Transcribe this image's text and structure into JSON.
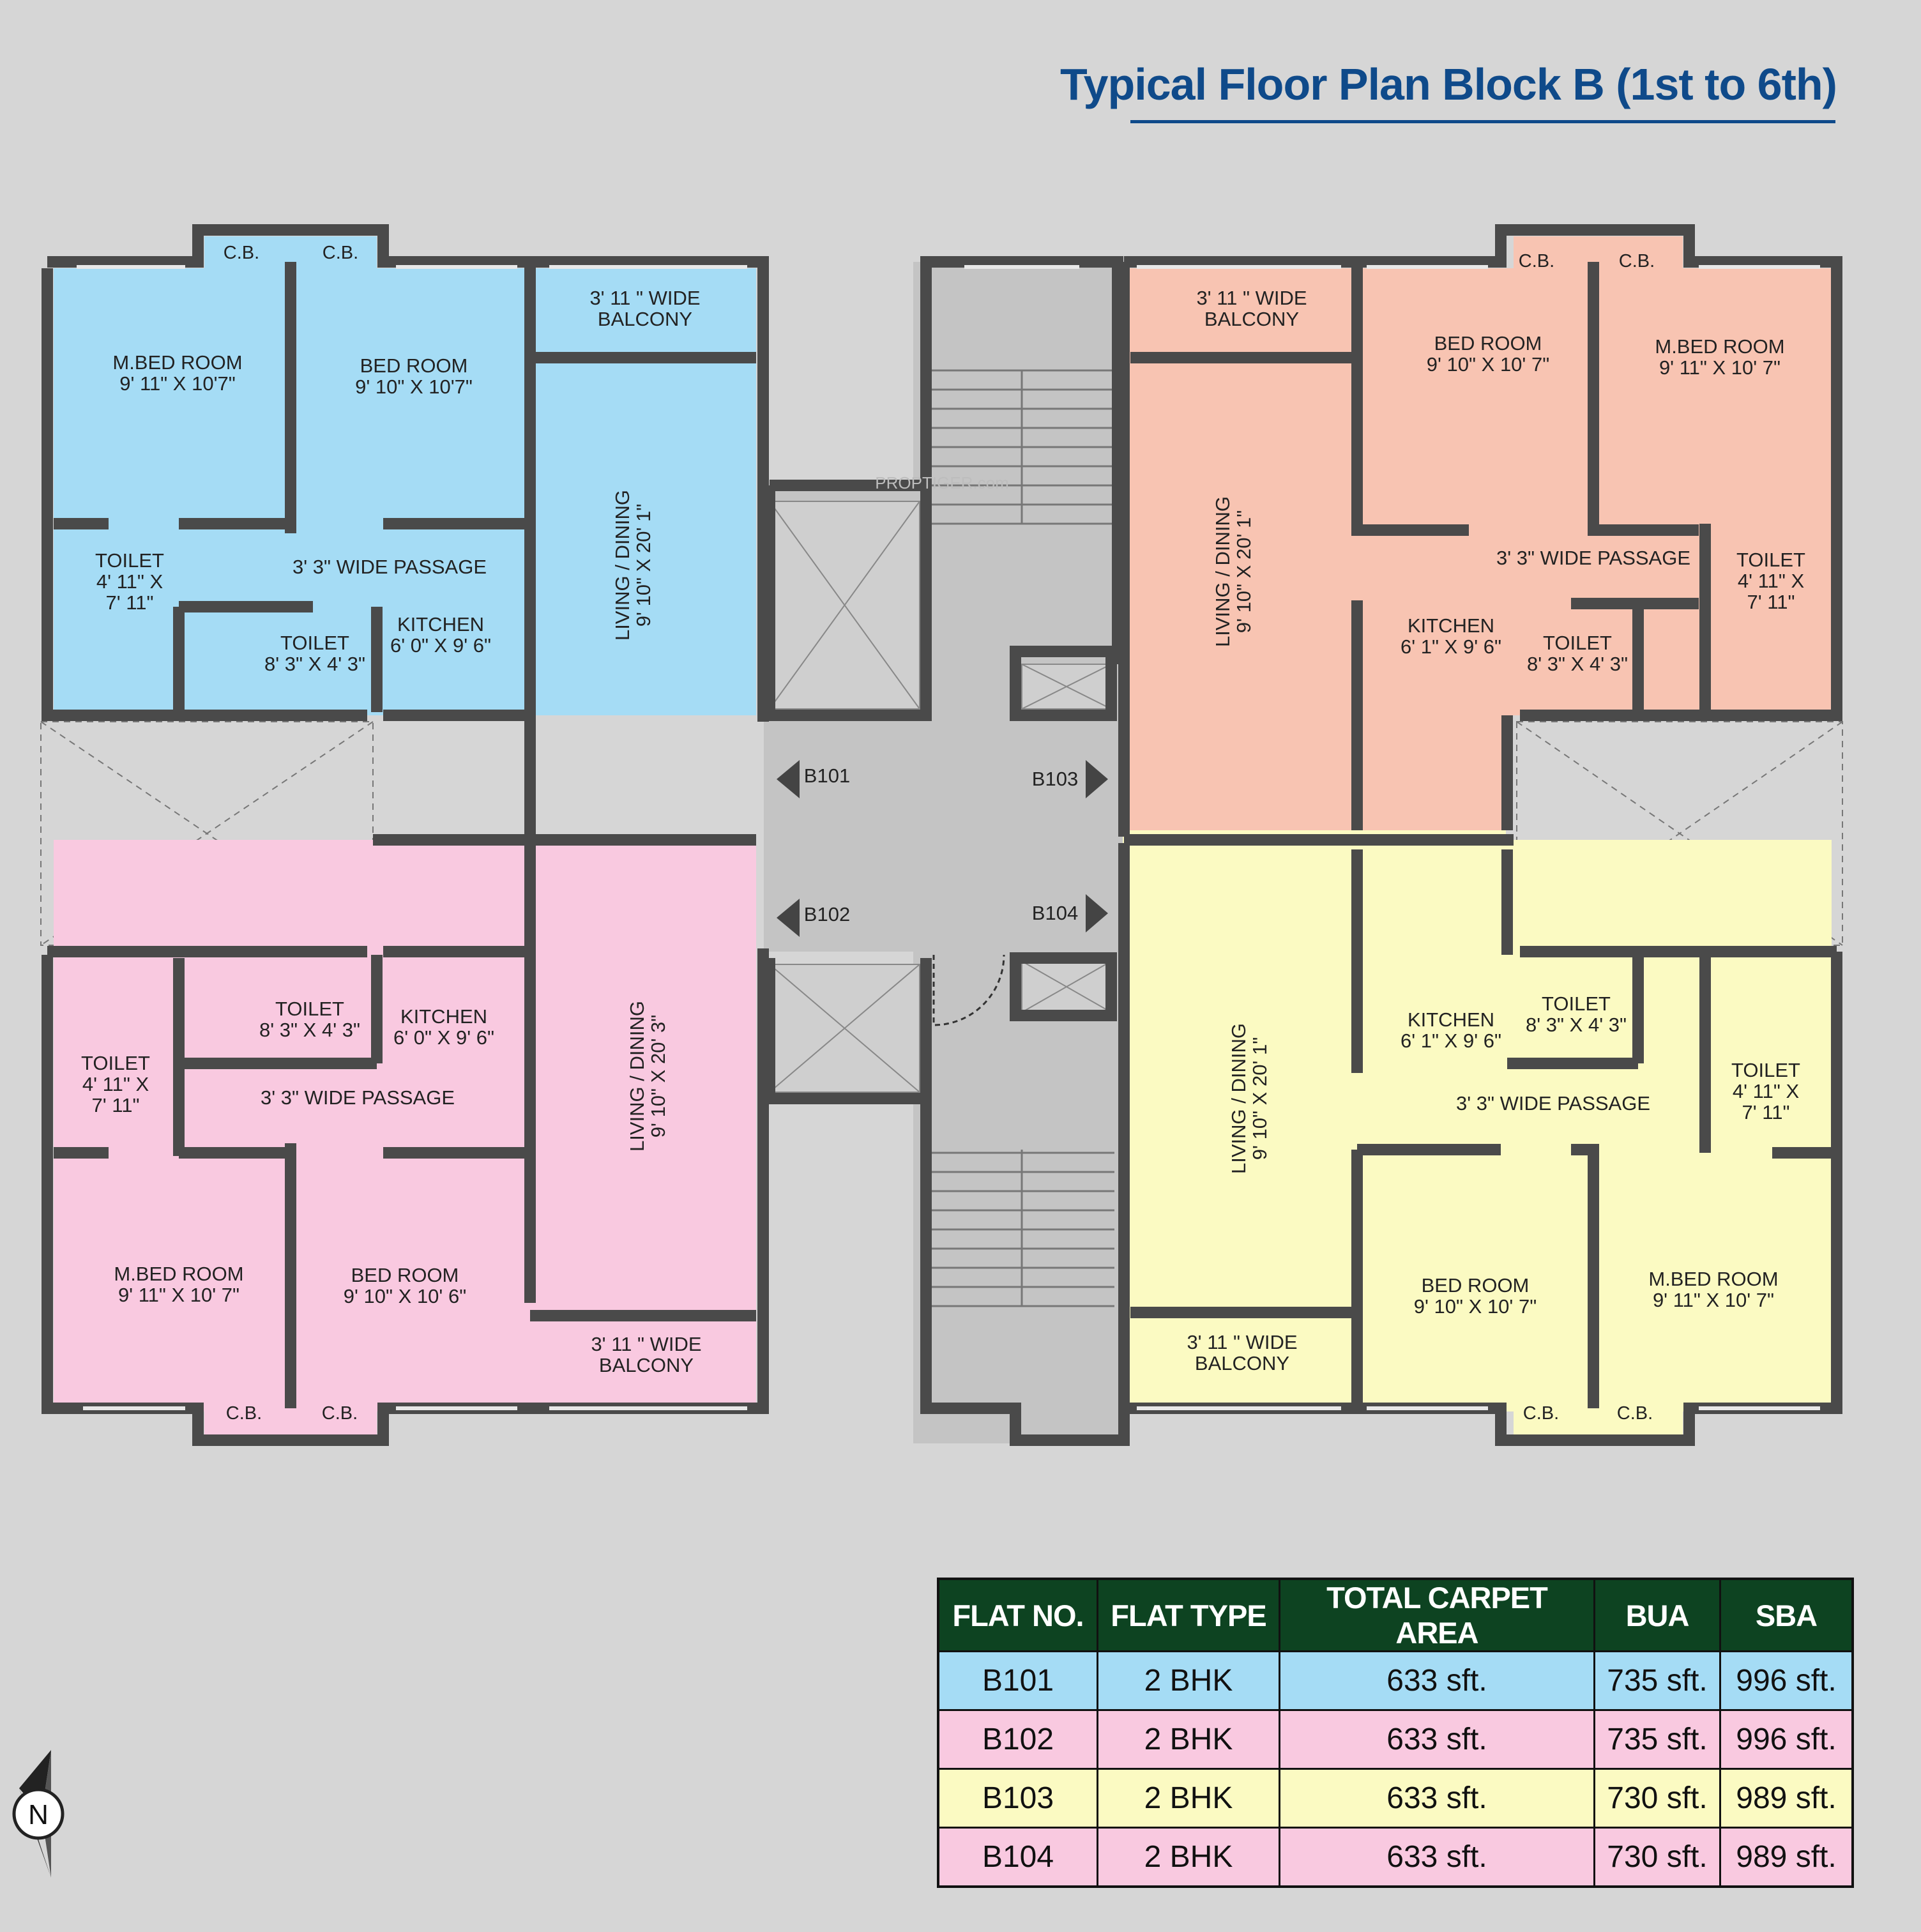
{
  "title": "Typical Floor Plan Block B (1st to 6th)",
  "watermark": "PROPTIGER.com",
  "compass": "N",
  "colors": {
    "b101": "#a5dcf5",
    "b102": "#f9c9e0",
    "b103": "#f8c4b2",
    "b104": "#fbfac2",
    "wall": "#4a4a4a",
    "core": "#c4c4c4",
    "table_header": "#0d4321"
  },
  "flats": {
    "b101": {
      "entry": "B101",
      "cb1": "C.B.",
      "cb2": "C.B.",
      "balcony": [
        "3' 11 \" WIDE",
        "BALCONY"
      ],
      "mbed": [
        "M.BED ROOM",
        "9' 11\" X 10'7\""
      ],
      "bed": [
        "BED ROOM",
        "9' 10\" X 10'7\""
      ],
      "toilet_a": [
        "TOILET",
        "4' 11\" X",
        "7' 11\""
      ],
      "passage": "3' 3\" WIDE PASSAGE",
      "toilet_b": [
        "TOILET",
        "8' 3\" X 4' 3\""
      ],
      "kitchen": [
        "KITCHEN",
        "6' 0\" X 9' 6\""
      ],
      "living": [
        "LIVING / DINING",
        "9' 10\" X 20' 1\""
      ]
    },
    "b102": {
      "entry": "B102",
      "cb1": "C.B.",
      "cb2": "C.B.",
      "balcony": [
        "3' 11 \" WIDE",
        "BALCONY"
      ],
      "mbed": [
        "M.BED ROOM",
        "9' 11\" X 10' 7\""
      ],
      "bed": [
        "BED ROOM",
        "9' 10\" X 10' 6\""
      ],
      "toilet_a": [
        "TOILET",
        "4' 11\" X",
        "7' 11\""
      ],
      "passage": "3' 3\" WIDE PASSAGE",
      "toilet_b": [
        "TOILET",
        "8' 3\" X 4' 3\""
      ],
      "kitchen": [
        "KITCHEN",
        "6' 0\" X 9' 6\""
      ],
      "living": [
        "LIVING / DINING",
        "9' 10\" X 20' 3\""
      ]
    },
    "b103": {
      "entry": "B103",
      "cb1": "C.B.",
      "cb2": "C.B.",
      "balcony": [
        "3' 11 \" WIDE",
        "BALCONY"
      ],
      "mbed": [
        "M.BED ROOM",
        "9' 11\" X 10' 7\""
      ],
      "bed": [
        "BED ROOM",
        "9' 10\" X 10' 7\""
      ],
      "toilet_a": [
        "TOILET",
        "4' 11\" X",
        "7' 11\""
      ],
      "passage": "3' 3\" WIDE PASSAGE",
      "toilet_b": [
        "TOILET",
        "8' 3\" X 4' 3\""
      ],
      "kitchen": [
        "KITCHEN",
        "6' 1\" X 9' 6\""
      ],
      "living": [
        "LIVING / DINING",
        "9' 10\" X 20' 1\""
      ]
    },
    "b104": {
      "entry": "B104",
      "cb1": "C.B.",
      "cb2": "C.B.",
      "balcony": [
        "3' 11 \" WIDE",
        "BALCONY"
      ],
      "mbed": [
        "M.BED ROOM",
        "9' 11\" X 10' 7\""
      ],
      "bed": [
        "BED ROOM",
        "9' 10\" X 10' 7\""
      ],
      "toilet_a": [
        "TOILET",
        "4' 11\" X",
        "7' 11\""
      ],
      "passage": "3' 3\" WIDE PASSAGE",
      "toilet_b": [
        "TOILET",
        "8' 3\" X 4' 3\""
      ],
      "kitchen": [
        "KITCHEN",
        "6' 1\" X 9' 6\""
      ],
      "living": [
        "LIVING / DINING",
        "9' 10\" X 20' 1\""
      ]
    }
  },
  "area_table": {
    "headers": [
      "FLAT NO.",
      "FLAT TYPE",
      "TOTAL CARPET AREA",
      "BUA",
      "SBA"
    ],
    "rows": [
      {
        "flat": "B101",
        "type": "2 BHK",
        "carpet": "633 sft.",
        "bua": "735 sft.",
        "sba": "996 sft.",
        "color": "#a5dcf5"
      },
      {
        "flat": "B102",
        "type": "2 BHK",
        "carpet": "633 sft.",
        "bua": "735 sft.",
        "sba": "996 sft.",
        "color": "#f9c9e0"
      },
      {
        "flat": "B103",
        "type": "2 BHK",
        "carpet": "633 sft.",
        "bua": "730 sft.",
        "sba": "989 sft.",
        "color": "#fbfac2"
      },
      {
        "flat": "B104",
        "type": "2 BHK",
        "carpet": "633 sft.",
        "bua": "730 sft.",
        "sba": "989 sft.",
        "color": "#f9c9e0"
      }
    ]
  }
}
